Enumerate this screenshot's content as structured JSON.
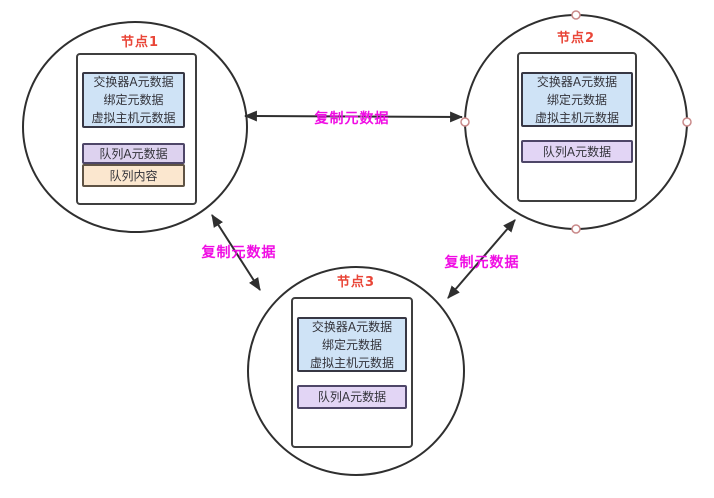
{
  "colors": {
    "node_title": "#e94638",
    "edge_label": "#f00ee4",
    "outline": "#2f2f2f",
    "anchor": "#c98989",
    "panel_border": "#3f3f3f"
  },
  "nodes": [
    {
      "title": "节点1",
      "boxes": [
        {
          "name": "exchange-metadata",
          "fill": "#cfe3f6",
          "border": "#373744",
          "label_lines": [
            "交换器A元数据",
            "绑定元数据",
            "虚拟主机元数据"
          ]
        },
        {
          "name": "queue-metadata",
          "fill": "#ddd2ef",
          "border": "#4e4668",
          "label_lines": [
            "队列A元数据"
          ]
        },
        {
          "name": "queue-content",
          "fill": "#fbe7cf",
          "border": "#5f5344",
          "label_lines": [
            "队列内容"
          ]
        }
      ]
    },
    {
      "title": "节点2",
      "boxes": [
        {
          "name": "exchange-metadata",
          "fill": "#cfe3f6",
          "border": "#373744",
          "label_lines": [
            "交换器A元数据",
            "绑定元数据",
            "虚拟主机元数据"
          ]
        },
        {
          "name": "queue-metadata",
          "fill": "#e2d5f5",
          "border": "#4e4668",
          "label_lines": [
            "队列A元数据"
          ]
        }
      ]
    },
    {
      "title": "节点3",
      "boxes": [
        {
          "name": "exchange-metadata",
          "fill": "#cfe3f6",
          "border": "#373744",
          "label_lines": [
            "交换器A元数据",
            "绑定元数据",
            "虚拟主机元数据"
          ]
        },
        {
          "name": "queue-metadata",
          "fill": "#e2d5f5",
          "border": "#4e4668",
          "label_lines": [
            "队列A元数据"
          ]
        }
      ]
    }
  ],
  "edges": [
    {
      "label": "复制元数据"
    },
    {
      "label": "复制元数据"
    },
    {
      "label": "复制元数据"
    }
  ]
}
